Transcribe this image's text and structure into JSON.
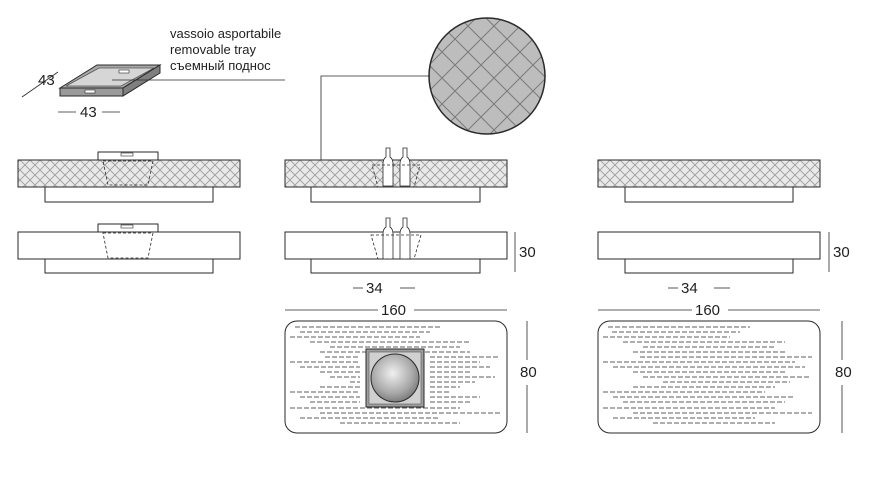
{
  "tray_label": {
    "it": "vassoio asportabile",
    "en": "removable tray",
    "ru": "съемный поднос"
  },
  "tray_dims": {
    "depth": "43",
    "width": "43"
  },
  "table_dims": {
    "height": "30",
    "base_width": "34",
    "top_length": "160",
    "top_width": "80"
  },
  "colors": {
    "line": "#2a2a2a",
    "tray_frame": "#8a8a8a",
    "glass_fill": "#e9e9e9",
    "crosshatch": "#9a9a9a",
    "bucket_disc": "#b5b5b5"
  }
}
